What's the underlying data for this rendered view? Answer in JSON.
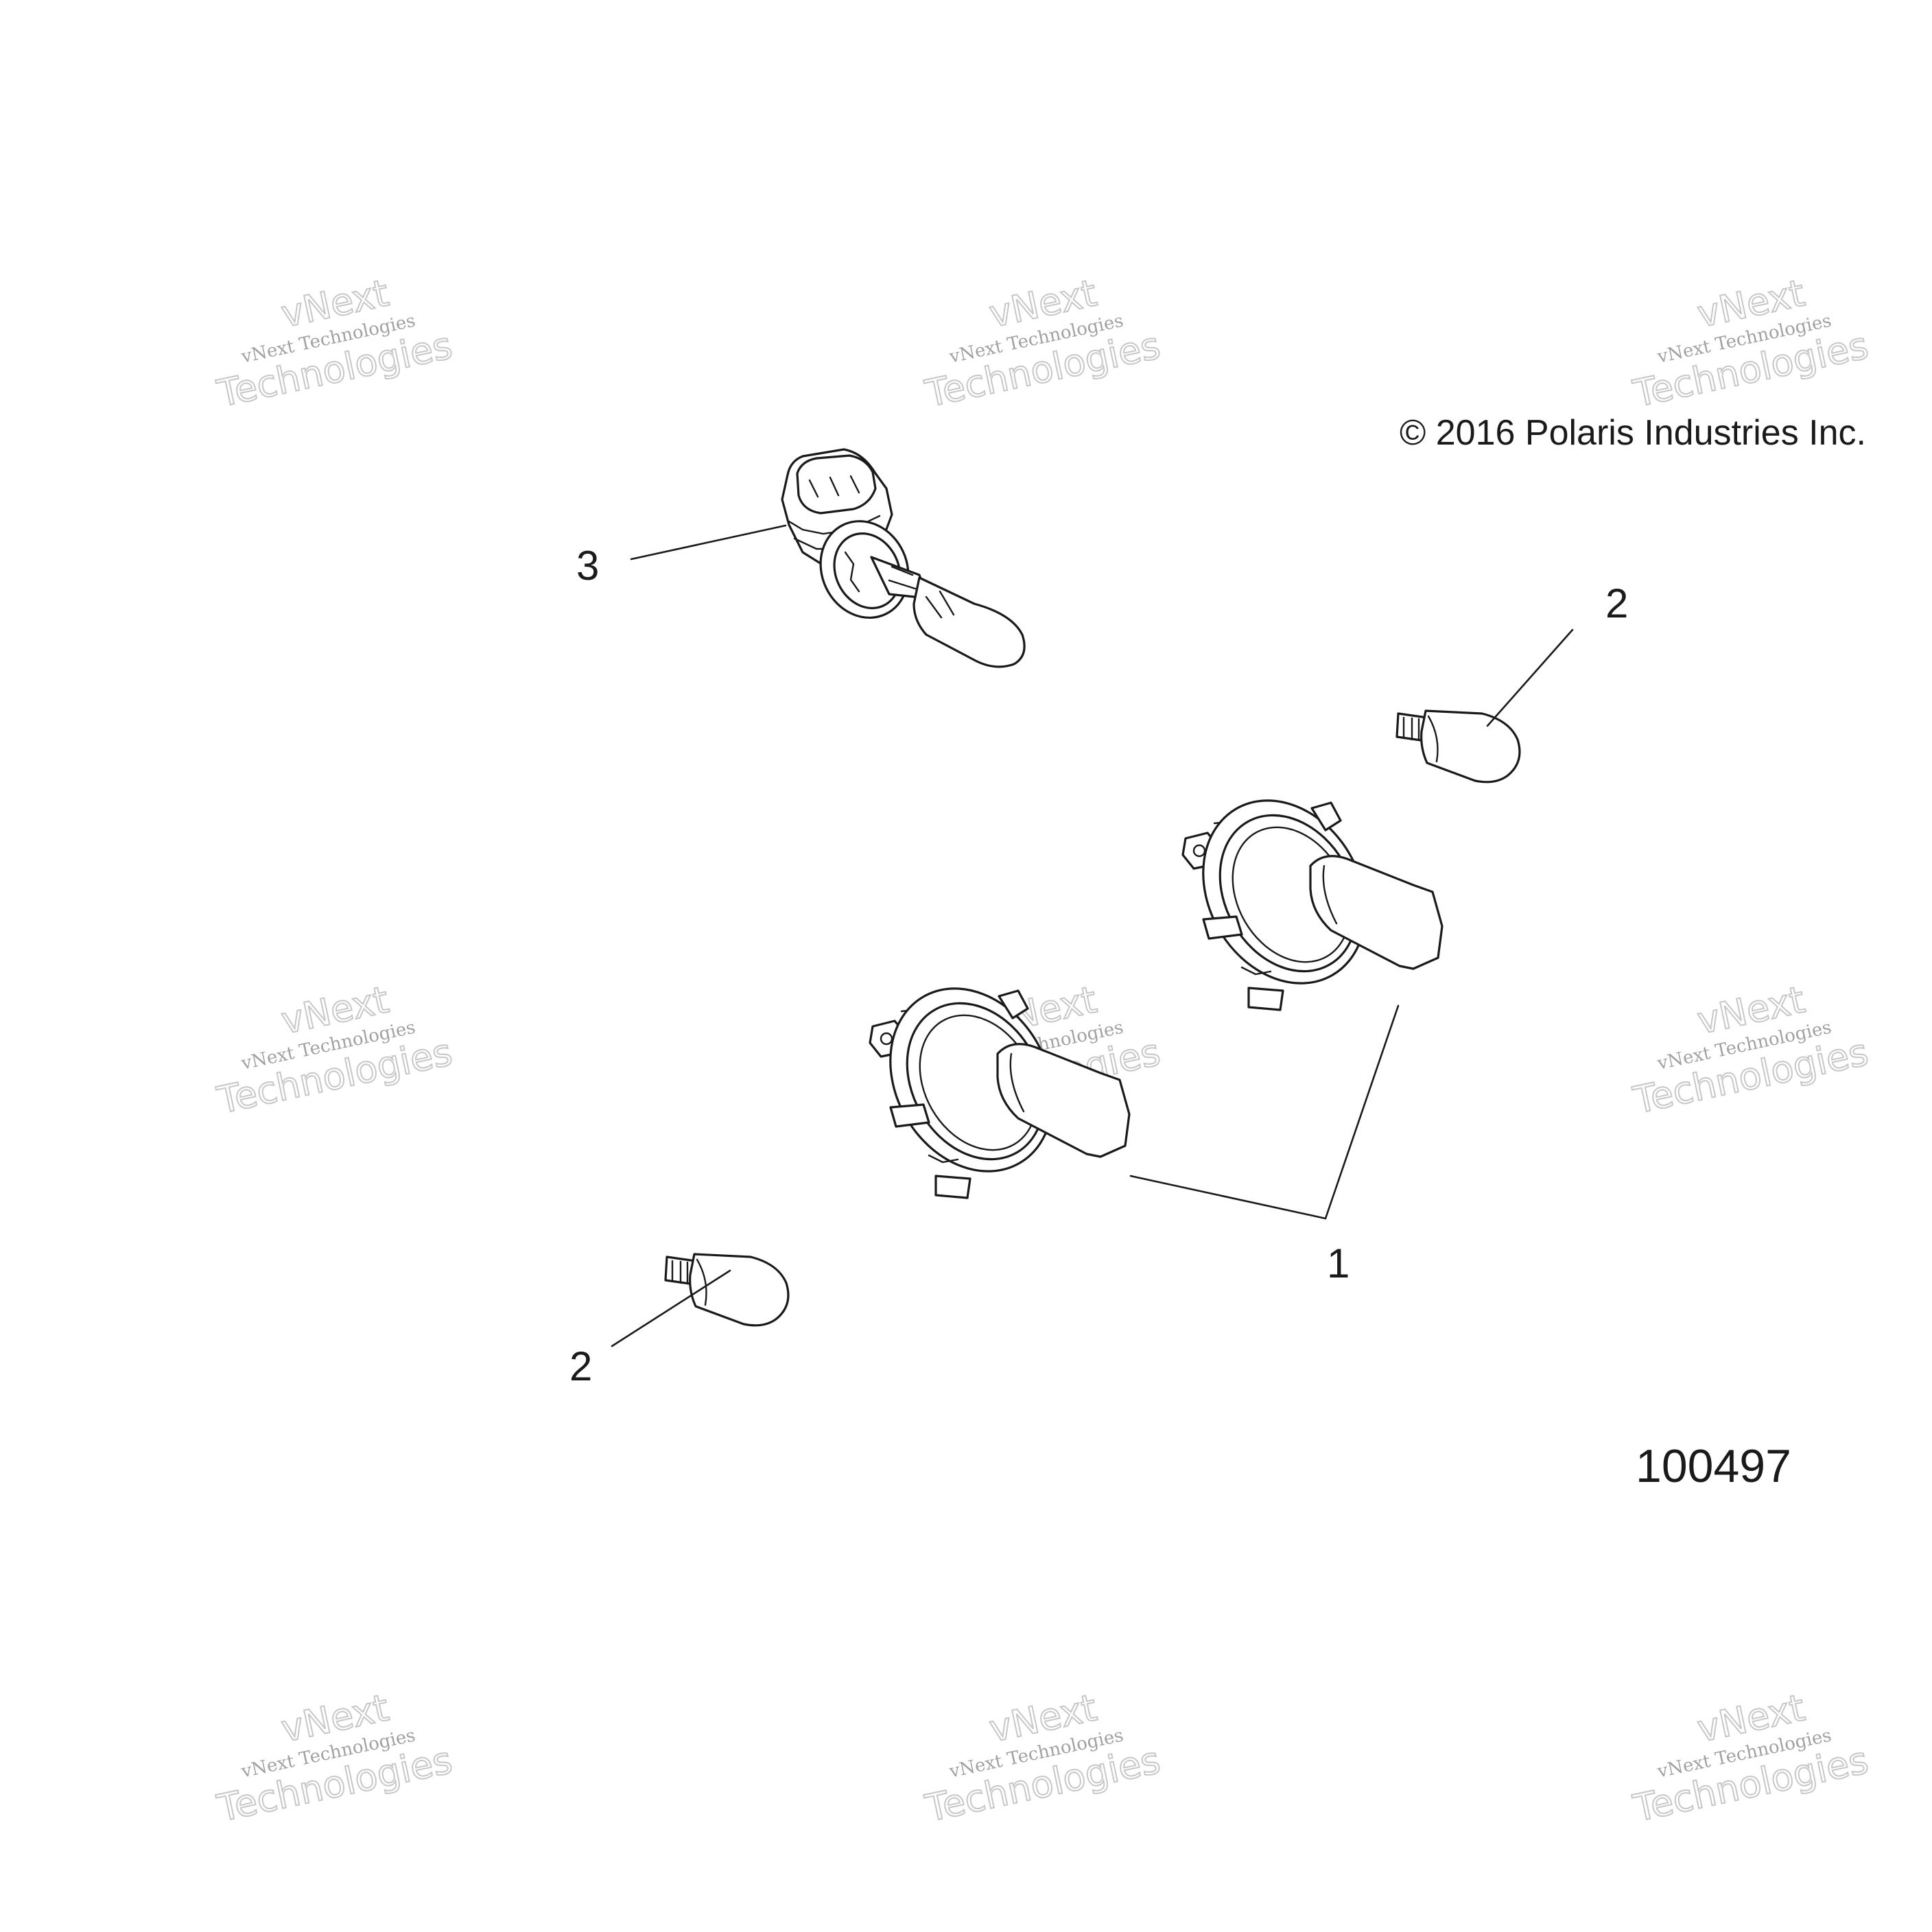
{
  "copyright": "© 2016 Polaris Industries Inc.",
  "figure_number": "100497",
  "watermark": {
    "line1": "vNext",
    "line2": "vNext Technologies",
    "line3": "Technologies",
    "color": "#9a9a9a"
  },
  "callouts": [
    {
      "label": "3",
      "part": "h11-headlight-bulb"
    },
    {
      "label": "2",
      "part": "wedge-bulb-upper"
    },
    {
      "label": "1",
      "part": "h4-headlight-bulbs"
    },
    {
      "label": "2",
      "part": "wedge-bulb-lower"
    }
  ],
  "colors": {
    "line": "#1a1a1a",
    "background": "#ffffff"
  }
}
